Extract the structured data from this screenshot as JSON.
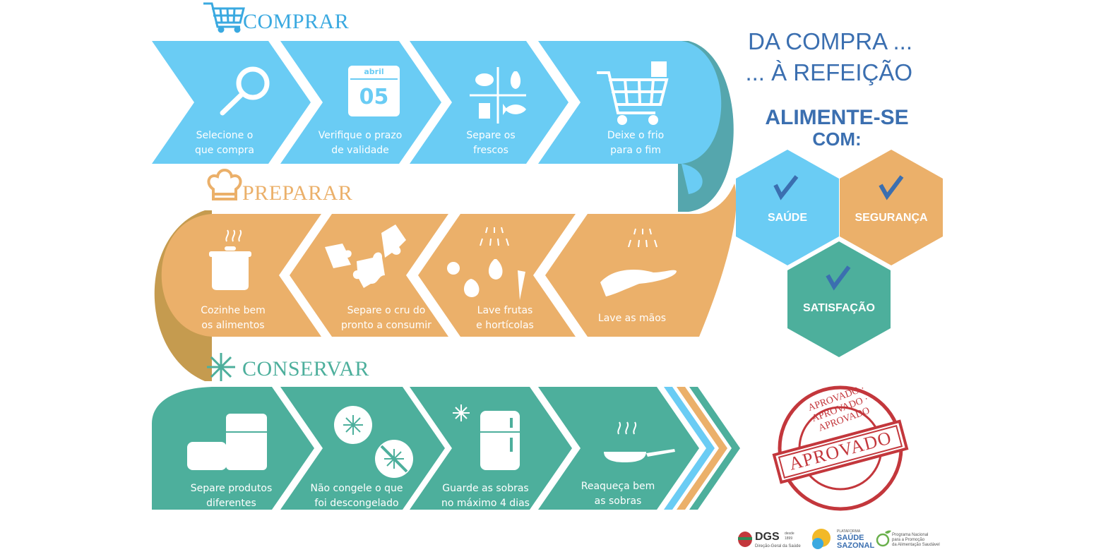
{
  "sections": {
    "comprar": {
      "title": "COMPRAR",
      "color": "#6accf4",
      "steps": [
        {
          "line1": "Selecione o",
          "line2": "que compra",
          "icon": "magnifier-icon"
        },
        {
          "line1": "Verifique o prazo",
          "line2": "de validade",
          "icon": "calendar-icon"
        },
        {
          "line1": "Separe os",
          "line2": "frescos",
          "icon": "food-groups-icon"
        },
        {
          "line1": "Deixe o frio",
          "line2": "para o fim",
          "icon": "cart-freezer-icon"
        }
      ],
      "calendar": {
        "month": "abril",
        "day": "05"
      }
    },
    "preparar": {
      "title": "PREPARAR",
      "color": "#ebb06a",
      "steps": [
        {
          "line1": "Cozinhe bem",
          "line2": "os alimentos",
          "icon": "pot-icon"
        },
        {
          "line1": "Separe o cru do",
          "line2": "pronto a consumir",
          "icon": "puzzle-icon"
        },
        {
          "line1": "Lave frutas",
          "line2": "e hortícolas",
          "icon": "vegetables-icon"
        },
        {
          "line1": "Lave as mãos",
          "line2": "",
          "icon": "hand-water-icon"
        }
      ]
    },
    "conservar": {
      "title": "CONSERVAR",
      "color": "#4daf9c",
      "steps": [
        {
          "line1": "Separe produtos",
          "line2": "diferentes",
          "icon": "fridge-containers-icon"
        },
        {
          "line1": "Não congele o que",
          "line2": "foi descongelado",
          "icon": "no-freeze-icon"
        },
        {
          "line1": "Guarde as sobras",
          "line2": "no máximo 4 dias",
          "icon": "fridge-icon"
        },
        {
          "line1": "Reaqueça bem",
          "line2": "as sobras",
          "icon": "pan-icon"
        }
      ]
    }
  },
  "headline": {
    "line1": "DA COMPRA ...",
    "line2": "... À REFEIÇÃO"
  },
  "subhead": {
    "line1": "ALIMENTE-SE",
    "line2": "COM:"
  },
  "hexagons": [
    {
      "label": "SAÚDE",
      "color": "#6accf4"
    },
    {
      "label": "SEGURANÇA",
      "color": "#ebb06a"
    },
    {
      "label": "SATISFAÇÃO",
      "color": "#4daf9c"
    }
  ],
  "stamp": {
    "center": "APROVADO",
    "ring": "APROVADO · APROVADO · APROVADO"
  },
  "logos": {
    "dgs": {
      "name": "DGS",
      "sub": "Direção-Geral da Saúde",
      "since1": "desde",
      "since2": "1899"
    },
    "plataforma": {
      "top": "PLATAFORMA",
      "line1": "SAÚDE",
      "line2": "SAZONAL"
    },
    "pnpas": {
      "line1": "Programa Nacional",
      "line2": "para a Promoção",
      "line3": "da Alimentação Saudável"
    }
  }
}
